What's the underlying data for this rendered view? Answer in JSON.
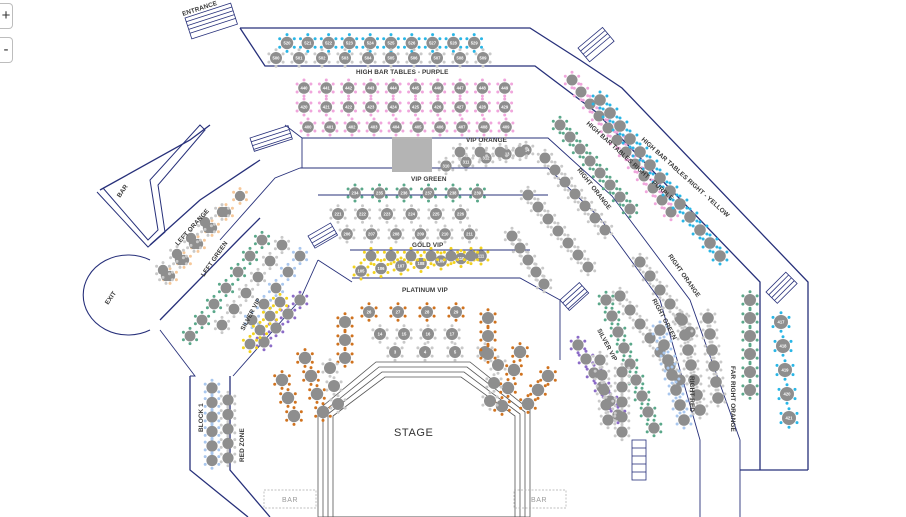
{
  "controls": {
    "zoom_in": "+",
    "zoom_out": "-"
  },
  "labels": {
    "entrance": "ENTRANCE",
    "high_bar_purple": "HIGH BAR TABLES - PURPLE",
    "vip_orange": "VIP ORANGE",
    "vip_green": "VIP GREEN",
    "gold_vip": "GOLD VIP",
    "platinum_vip": "PLATINUM VIP",
    "left_orange": "LEFT ORANGE",
    "left_green": "LEFT GREEN",
    "silver_vip_left": "SILVER VIP",
    "silver_vip_right": "SILVER VIP",
    "right_orange_upper": "RIGHT ORANGE",
    "right_orange_lower": "RIGHT ORANGE",
    "right_green": "RIGHT GREEN",
    "right_red": "RIGHT RED",
    "far_right_orange": "FAR RIGHT ORANGE",
    "high_bar_right_purple": "HIGH BAR TABLES RIGHT - PURPLE",
    "high_bar_right_yellow": "HIGH BAR TABLES RIGHT - YELLOW",
    "block_1": "BLOCK 1",
    "red_zone": "RED ZONE",
    "bar_left_top": "BAR",
    "exit": "EXIT",
    "stage": "STAGE",
    "bar_bottom_left": "BAR",
    "bar_bottom_right": "BAR"
  },
  "colors": {
    "wall": "#27307a",
    "table": "#8e8e8e",
    "chair_default": "#c9c9c9",
    "teal": "#5aa88a",
    "cyan": "#29b6e6",
    "pink": "#f0a6dc",
    "orange": "#d0721e",
    "yellow": "#f2d21f",
    "purple": "#8c6cc8",
    "light_blue": "#a9c7ee",
    "light_orange": "#f6c89a"
  },
  "sections": [
    {
      "id": "high-bar-front",
      "color": "cyan",
      "numbers": [
        520,
        521,
        522,
        523,
        524,
        525,
        526,
        527,
        528,
        529
      ]
    },
    {
      "id": "high-bar-back",
      "color": "chair_default",
      "numbers": [
        500,
        501,
        502,
        503,
        504,
        505,
        506,
        507,
        508,
        509
      ]
    },
    {
      "id": "purple-row-1",
      "color": "pink",
      "numbers": [
        440,
        441,
        442,
        443,
        444,
        445,
        446,
        447,
        448,
        449
      ]
    },
    {
      "id": "purple-row-2",
      "color": "pink",
      "numbers": [
        420,
        421,
        422,
        423,
        424,
        425,
        426,
        427,
        428,
        429
      ]
    },
    {
      "id": "purple-row-3",
      "color": "pink",
      "numbers": [
        400,
        401,
        402,
        403,
        404,
        405,
        406,
        407,
        408,
        409
      ]
    },
    {
      "id": "vip-orange",
      "color": "chair_default",
      "numbers": [
        310,
        311,
        312,
        313,
        314
      ]
    },
    {
      "id": "vip-green",
      "color": "teal",
      "numbers": [
        234,
        235,
        236,
        237,
        238,
        239
      ]
    },
    {
      "id": "vip-green-2",
      "color": "chair_default",
      "numbers": [
        221,
        222,
        223,
        224,
        225,
        226
      ]
    },
    {
      "id": "vip-green-3",
      "color": "chair_default",
      "numbers": [
        206,
        207,
        208,
        209,
        210,
        211
      ]
    },
    {
      "id": "gold-vip",
      "color": "yellow",
      "numbers": [
        105,
        106,
        107,
        108,
        109,
        110,
        111
      ]
    },
    {
      "id": "platinum-front",
      "color": "orange",
      "numbers": [
        26,
        27,
        28,
        29
      ]
    },
    {
      "id": "platinum-mid",
      "color": "chair_default",
      "numbers": [
        14,
        15,
        16,
        17
      ]
    },
    {
      "id": "platinum-low",
      "color": "chair_default",
      "numbers": [
        3,
        4,
        5,
        6
      ]
    },
    {
      "id": "red-zone",
      "color": "light_blue",
      "numbers": []
    },
    {
      "id": "far-right",
      "color": "cyan",
      "numbers": [
        417,
        418,
        419,
        420,
        421
      ]
    }
  ]
}
